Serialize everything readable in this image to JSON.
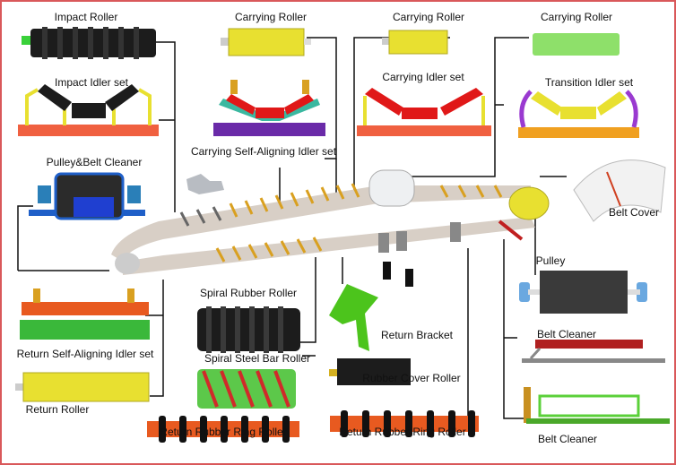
{
  "labels": {
    "impact_roller": "Impact Roller",
    "impact_idler_set": "Impact Idler set",
    "carrying_roller_1": "Carrying  Roller",
    "carrying_self_aligning": "Carrying Self-Aligning Idler set",
    "carrying_roller_2": "Carrying  Roller",
    "carrying_idler_set": "Carrying  Idler set",
    "carrying_roller_3": "Carrying  Roller",
    "transition_idler_set": "Transition  Idler set",
    "pulley_belt_cleaner": "Pulley&Belt Cleaner",
    "belt_cover": "Belt Cover",
    "pulley": "Pulley",
    "belt_cleaner_1": "Belt Cleaner",
    "belt_cleaner_2": "Belt Cleaner",
    "return_bracket": "Return Bracket",
    "spiral_rubber_roller": "Spiral Rubber Roller",
    "spiral_steel_bar_roller": "Spiral Steel Bar Roller",
    "rubber_cover_roller": "Rubber Cover  Roller",
    "return_rubber_ring_roller_1": "Return Rubber Ring  Roller",
    "return_rubber_ring_roller_2": "Return Rubber Ring  Roller",
    "return_self_aligning": "Return Self-Aligning Idler set",
    "return_roller": "Return  Roller"
  },
  "colors": {
    "border": "#d9585a",
    "belt": "#d8cfc6",
    "yellow_roller": "#e8e030",
    "green_roller": "#8ee06a",
    "black_roller": "#1c1c1c",
    "red_roller": "#e01818",
    "orange_base": "#f06040",
    "purple_base": "#6a2aa8",
    "bracket_green": "#4cc41c"
  }
}
